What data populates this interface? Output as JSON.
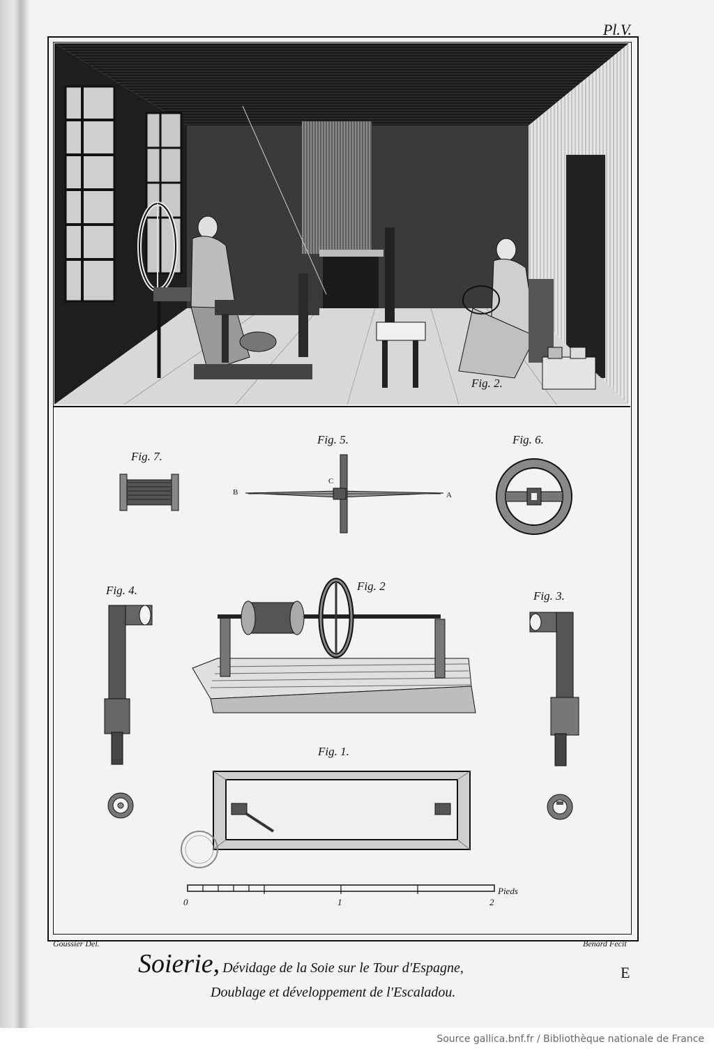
{
  "plate": {
    "number": "Pl.V.",
    "figure_labels": {
      "scene_fig2": "Fig. 2.",
      "fig7": "Fig. 7.",
      "fig5": "Fig. 5.",
      "fig6": "Fig. 6.",
      "fig4": "Fig. 4.",
      "fig2": "Fig. 2",
      "fig3": "Fig. 3.",
      "fig1": "Fig. 1."
    },
    "point_labels": {
      "b": "B",
      "c": "C",
      "a": "A"
    },
    "scale": {
      "unit": "Pieds",
      "zero": "0",
      "one": "1",
      "two": "2"
    },
    "credits": {
      "left": "Goussier Del.",
      "right": "Benard Fecit"
    },
    "title": {
      "main": "Soierie,",
      "line1": "Dévidage de la Soie sur le Tour d'Espagne,",
      "line2": "Doublage et développement de l'Escaladou."
    },
    "letter": "E"
  },
  "footer": {
    "source": "Source gallica.bnf.fr / Bibliothèque nationale de France"
  },
  "colors": {
    "paper": "#f3f3f3",
    "ink": "#111111",
    "footer_text": "#666666"
  }
}
